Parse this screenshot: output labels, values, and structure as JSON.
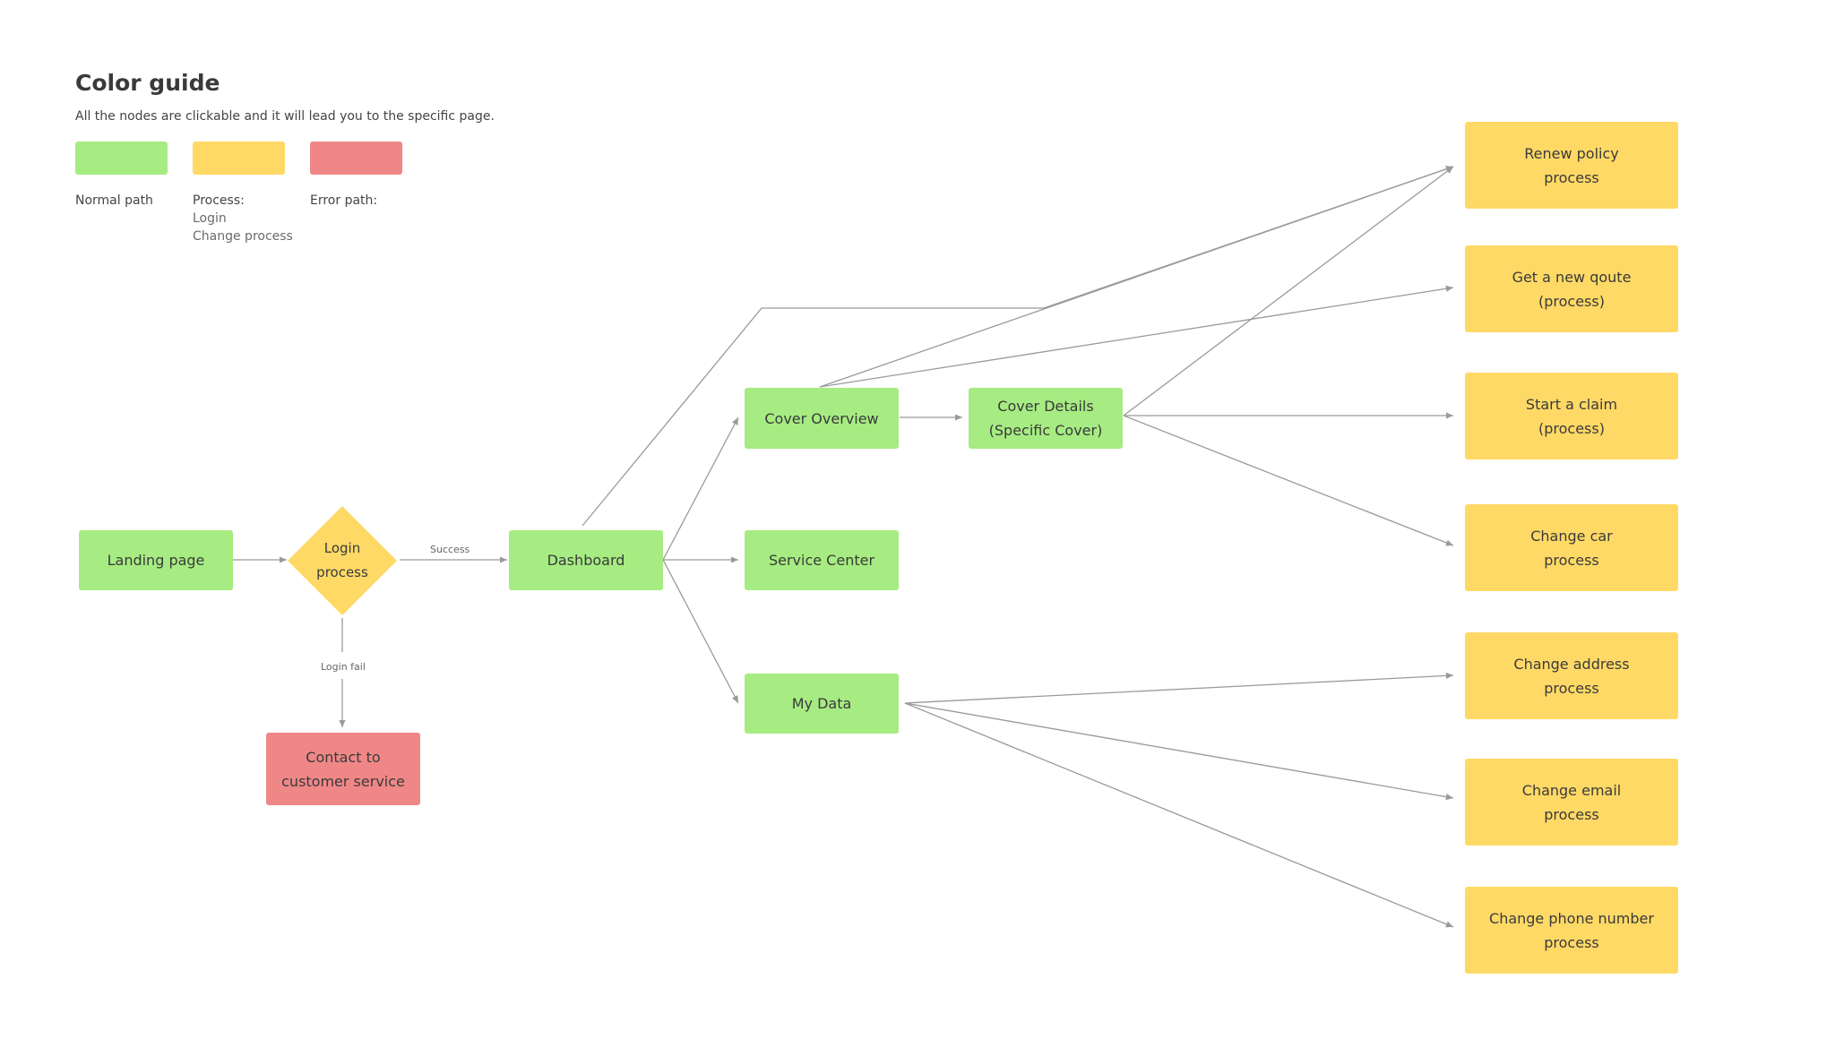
{
  "color_guide": {
    "title": "Color guide",
    "description": "All the nodes are clickable and it will lead you to the specific page.",
    "swatches": [
      {
        "label": "Normal path",
        "sub": "",
        "color": "#a6ec82"
      },
      {
        "label": "Process:",
        "sub": "Login\nChange process",
        "color": "#ffd966"
      },
      {
        "label": "Error path:",
        "sub": "",
        "color": "#f08787"
      }
    ]
  },
  "colors": {
    "normal": "#a6ec82",
    "process": "#ffd966",
    "error": "#f08787",
    "edge": "#9a9a9a"
  },
  "nodes": {
    "landing": "Landing page",
    "login": "Login\nprocess",
    "contact": "Contact to\ncustomer service",
    "dashboard": "Dashboard",
    "cover_overview": "Cover Overview",
    "service_center": "Service Center",
    "my_data": "My Data",
    "cover_details": "Cover Details\n(Specific Cover)",
    "renew": "Renew policy\nprocess",
    "quote": "Get a new qoute\n(process)",
    "claim": "Start a claim\n(process)",
    "car": "Change car\nprocess",
    "address": "Change address\nprocess",
    "email": "Change email\nprocess",
    "phone": "Change phone number\nprocess"
  },
  "edge_labels": {
    "success": "Success",
    "login_fail": "Login fail"
  }
}
